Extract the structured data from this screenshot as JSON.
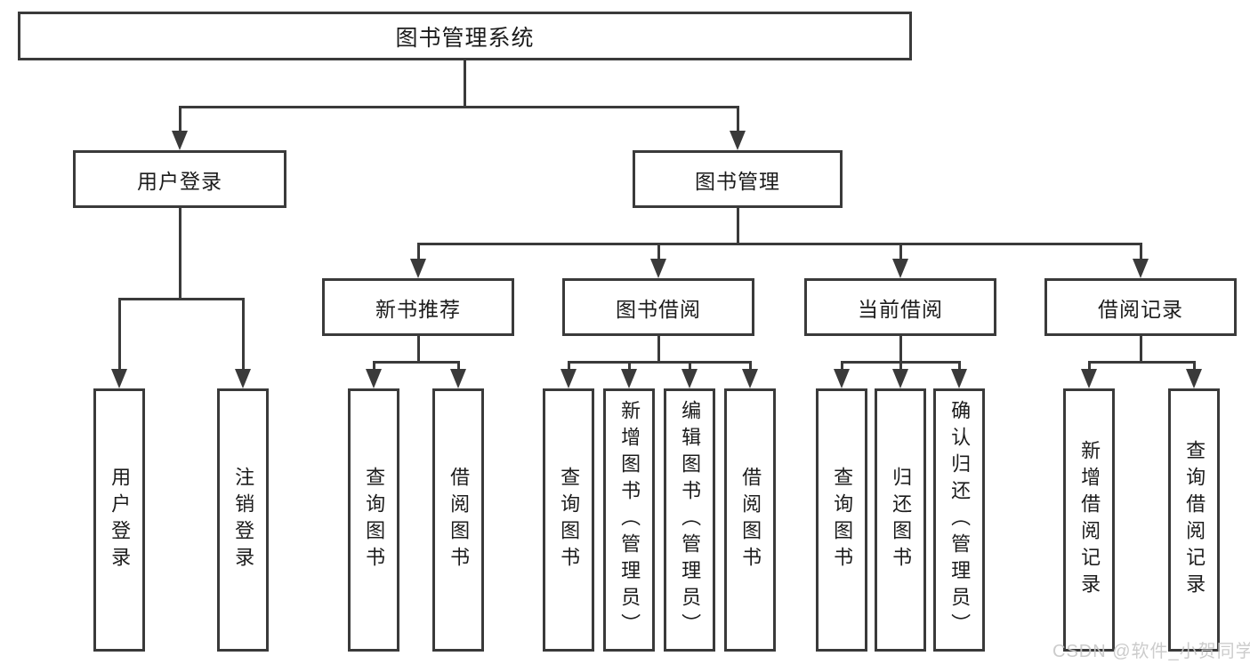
{
  "tree": {
    "root": {
      "label": "图书管理系统"
    },
    "branches": [
      {
        "label": "用户登录",
        "leaves": [
          {
            "label": "用户登录"
          },
          {
            "label": "注销登录"
          }
        ]
      },
      {
        "label": "图书管理",
        "groups": [
          {
            "label": "新书推荐",
            "leaves": [
              {
                "label": "查询图书"
              },
              {
                "label": "借阅图书"
              }
            ]
          },
          {
            "label": "图书借阅",
            "leaves": [
              {
                "label": "查询图书"
              },
              {
                "label": "新增图书（管理员）"
              },
              {
                "label": "编辑图书（管理员）"
              },
              {
                "label": "借阅图书"
              }
            ]
          },
          {
            "label": "当前借阅",
            "leaves": [
              {
                "label": "查询图书"
              },
              {
                "label": "归还图书"
              },
              {
                "label": "确认归还（管理员）"
              }
            ]
          },
          {
            "label": "借阅记录",
            "leaves": [
              {
                "label": "新增借阅记录"
              },
              {
                "label": "查询借阅记录"
              }
            ]
          }
        ]
      }
    ]
  },
  "watermark": "CSDN @软件_小贺同学",
  "colors": {
    "line": "#3a3a3a",
    "text": "#1c1c1c",
    "background": "#ffffff",
    "watermark": "#c8c8c8"
  }
}
